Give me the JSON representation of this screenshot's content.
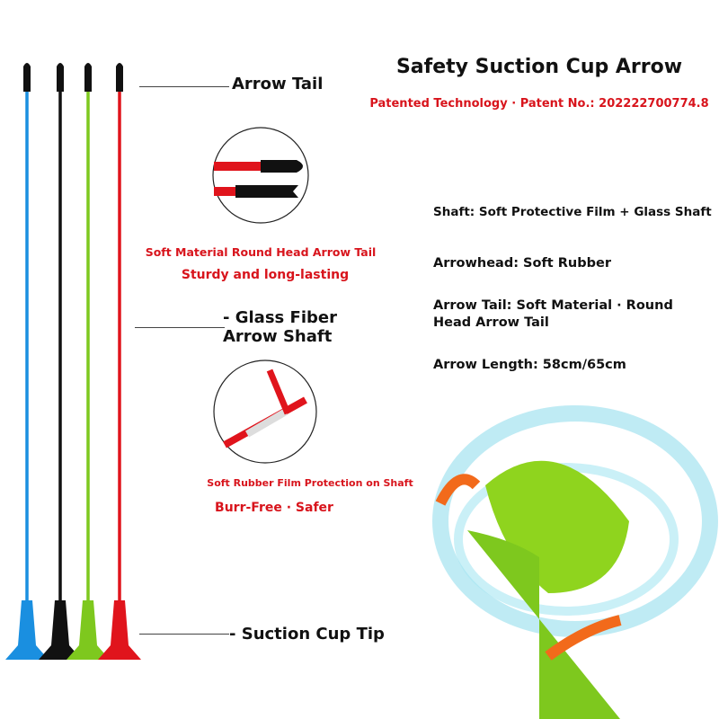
{
  "header": {
    "title": "Safety Suction Cup Arrow",
    "patent": "Patented Technology · Patent No.: 202222700774.8"
  },
  "callouts": {
    "tail": "Arrow Tail",
    "shaft": "- Glass Fiber\nArrow Shaft",
    "tip": "- Suction Cup Tip"
  },
  "details": {
    "tail_caption": "Soft Material Round Head Arrow Tail",
    "tail_sub": "Sturdy and long-lasting",
    "shaft_caption": "Soft Rubber Film Protection on Shaft",
    "shaft_sub": "Burr-Free · Safer"
  },
  "specs": {
    "shaft": "Shaft: Soft Protective Film + Glass Shaft",
    "arrowhead": "Arrowhead: Soft Rubber",
    "tail": "Arrow Tail: Soft Material · Round Head Arrow Tail",
    "length": "Arrow Length: 58cm/65cm"
  },
  "arrow_colors": [
    "#1a8fe0",
    "#111111",
    "#7ec81e",
    "#e0141c"
  ]
}
